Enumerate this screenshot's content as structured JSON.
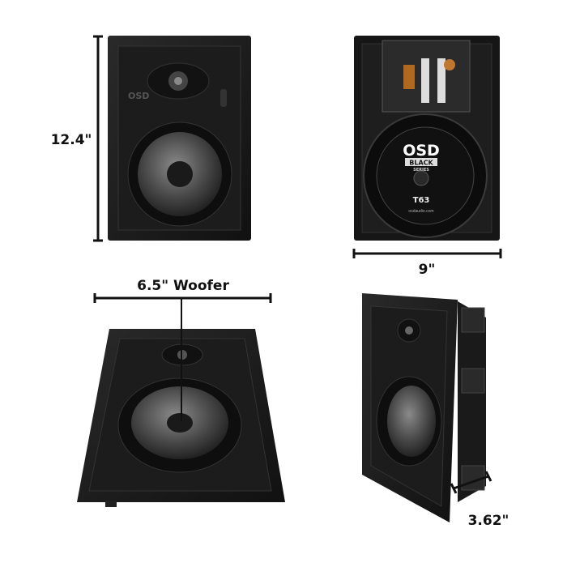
{
  "dimensions": {
    "height": "12.4\"",
    "width": "9\"",
    "woofer": "6.5\" Woofer",
    "depth": "3.62\""
  },
  "branding": {
    "brand": "OSD",
    "series_line1": "BLACK",
    "series_line2": "SERIES",
    "model": "T63",
    "website": "osdaudio.com"
  },
  "colors": {
    "frame": "#1a1a1a",
    "cone": "#4a4a4a",
    "dimension_line": "#111111"
  }
}
